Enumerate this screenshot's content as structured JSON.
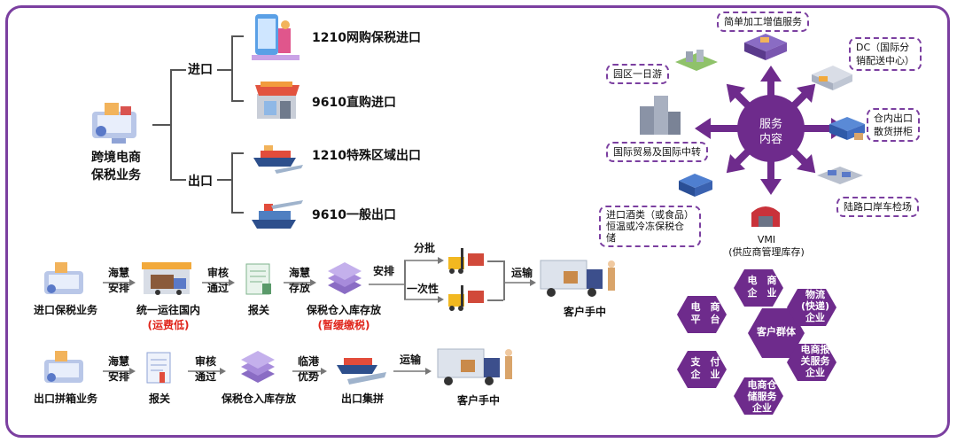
{
  "tree": {
    "root_line1": "跨境电商",
    "root_line2": "保税业务",
    "branch_import": "进口",
    "branch_export": "出口",
    "leaves": [
      "1210网购保税进口",
      "9610直购进口",
      "1210特殊区域出口",
      "9610一般出口"
    ]
  },
  "flow_import": {
    "start": "进口保税业务",
    "a1_top": "海慧",
    "a1_bot": "安排",
    "step2": "统一运往国内",
    "step2_note": "(运费低)",
    "a2_top": "审核",
    "a2_bot": "通过",
    "step3": "报关",
    "a3_top": "海慧",
    "a3_bot": "存放",
    "step4": "保税仓入库存放",
    "step4_note": "(暂缓缴税)",
    "a4": "安排",
    "split_top": "分批",
    "split_bot": "一次性",
    "a5": "运输",
    "end": "客户手中"
  },
  "flow_export": {
    "start": "出口拼箱业务",
    "a1_top": "海慧",
    "a1_bot": "安排",
    "step2": "报关",
    "a2_top": "审核",
    "a2_bot": "通过",
    "step3": "保税仓入库存放",
    "a3_top": "临港",
    "a3_bot": "优势",
    "step4": "出口集拼",
    "a4": "运输",
    "end": "客户手中"
  },
  "services": {
    "center_line1": "服务",
    "center_line2": "内容",
    "top": "简单加工增值服务",
    "dc_line1": "DC（国际分",
    "dc_line2": "销配送中心）",
    "park": "园区一日游",
    "warehouse_line1": "仓内出口",
    "warehouse_line2": "散货拼柜",
    "trade": "国际贸易及国际中转",
    "wine_line1": "进口酒类（或食品）",
    "wine_line2": "恒温或冷冻保税仓",
    "wine_line3": "储",
    "road": "陆路口岸车检场",
    "vmi_line1": "VMI",
    "vmi_line2": "(供应商管理库存)"
  },
  "hexes": {
    "center": "客户群体",
    "top": [
      "电　商",
      "企　业"
    ],
    "left_top": [
      "电　商",
      "平　台"
    ],
    "right_top": [
      "物流",
      "(快递)",
      "企业"
    ],
    "left_bot": [
      "支　付",
      "企　业"
    ],
    "right_bot": [
      "电商报",
      "关服务",
      "企业"
    ],
    "bottom": [
      "电商仓",
      "储服务",
      "企业"
    ]
  },
  "colors": {
    "purple": "#7b3fa0",
    "hex_purple": "#6e2b8c",
    "note_red": "#e0251b"
  }
}
